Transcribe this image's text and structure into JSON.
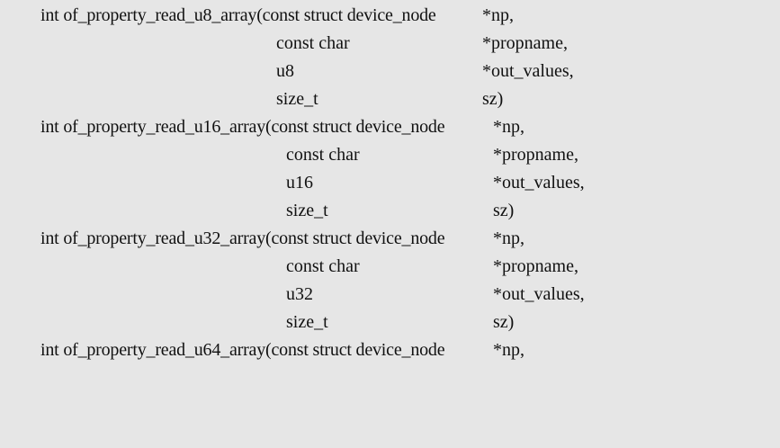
{
  "document": {
    "background": "#e6e6e6",
    "text_color": "#111111",
    "functions": [
      {
        "signature": "int of_property_read_u8_array(const struct device_node",
        "params": [
          {
            "type": "",
            "name": "*np,"
          },
          {
            "type": "const char",
            "name": "*propname,"
          },
          {
            "type": "u8",
            "name": "*out_values,"
          },
          {
            "type": "size_t",
            "name": "sz)"
          }
        ]
      },
      {
        "signature": "int of_property_read_u16_array(const struct device_node",
        "params": [
          {
            "type": "",
            "name": "*np,"
          },
          {
            "type": "const char",
            "name": "*propname,"
          },
          {
            "type": "u16",
            "name": "*out_values,"
          },
          {
            "type": "size_t",
            "name": "sz)"
          }
        ]
      },
      {
        "signature": "int of_property_read_u32_array(const struct device_node",
        "params": [
          {
            "type": "",
            "name": "*np,"
          },
          {
            "type": "const char",
            "name": "*propname,"
          },
          {
            "type": "u32",
            "name": "*out_values,"
          },
          {
            "type": "size_t",
            "name": "sz)"
          }
        ]
      },
      {
        "signature": "int of_property_read_u64_array(const struct device_node",
        "params": [
          {
            "type": "",
            "name": "*np,"
          }
        ]
      }
    ]
  }
}
